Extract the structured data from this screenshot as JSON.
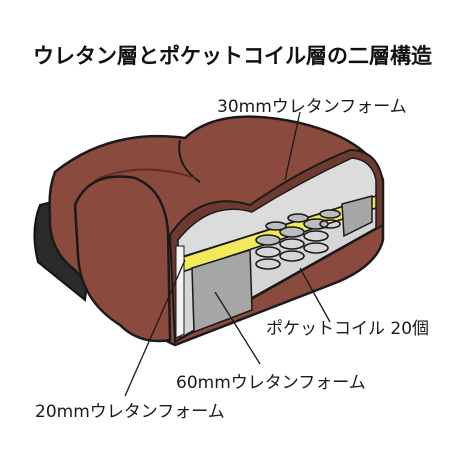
{
  "title": "ウレタン層とポケットコイル層の二層構造",
  "labels": {
    "urethane_30": "30mmウレタンフォーム",
    "pocket_coil": "ポケットコイル 20個",
    "urethane_60": "60mmウレタンフォーム",
    "urethane_20": "20mmウレタンフォーム"
  },
  "colors": {
    "leather": "#8a4b3e",
    "leather_dark": "#5e2f27",
    "foam": "#dcdcdc",
    "foam_block": "#a6a6a6",
    "yellow_layer": "#f2ea5a",
    "side_panel": "#2b2b2b"
  }
}
